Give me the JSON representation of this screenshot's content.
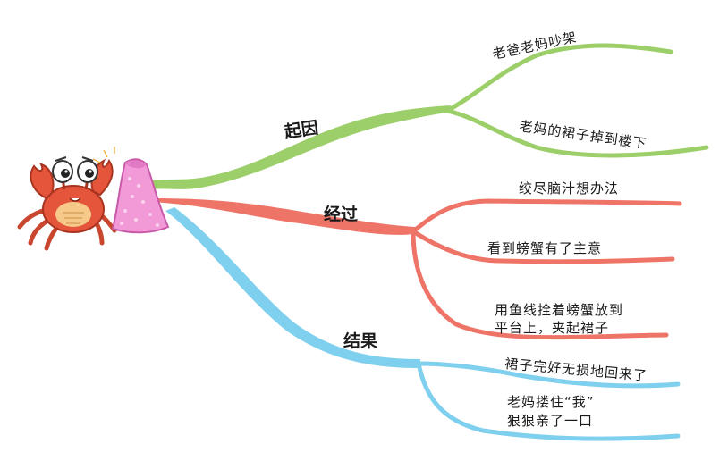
{
  "branches": [
    {
      "label": "起因",
      "color": "#9ccf6a",
      "children": [
        {
          "lines": [
            "老爸老妈吵架"
          ]
        },
        {
          "lines": [
            "老妈的裙子掉到楼下"
          ]
        }
      ]
    },
    {
      "label": "经过",
      "color": "#ef7468",
      "children": [
        {
          "lines": [
            "绞尽脑汁想办法"
          ]
        },
        {
          "lines": [
            "看到螃蟹有了主意"
          ]
        },
        {
          "lines": [
            "用鱼线拴着螃蟹放到",
            "平台上，夹起裙子"
          ]
        }
      ]
    },
    {
      "label": "结果",
      "color": "#7fcfee",
      "children": [
        {
          "lines": [
            "裙子完好无损地回来了"
          ]
        },
        {
          "lines": [
            "老妈搂住“我”",
            "狠狠亲了一口"
          ]
        }
      ]
    }
  ],
  "central_image": "crab-holding-pink-skirt"
}
